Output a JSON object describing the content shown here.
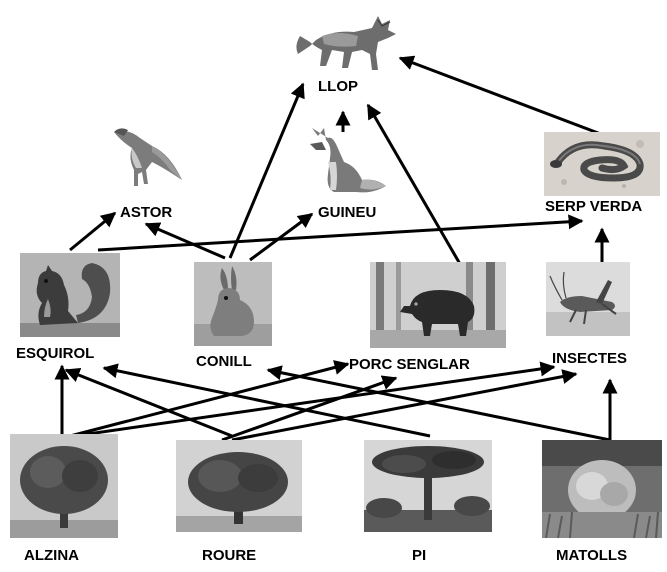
{
  "colors": {
    "arrow": "#000000",
    "background": "#ffffff",
    "label": "#000000"
  },
  "nodes": [
    {
      "id": "llop",
      "label": "LLOP",
      "icon": "wolf-icon"
    },
    {
      "id": "astor",
      "label": "ASTOR",
      "icon": "hawk-icon"
    },
    {
      "id": "guineu",
      "label": "GUINEU",
      "icon": "fox-icon"
    },
    {
      "id": "serp",
      "label": "SERP VERDA",
      "icon": "snake-icon"
    },
    {
      "id": "esquirol",
      "label": "ESQUIROL",
      "icon": "squirrel-icon"
    },
    {
      "id": "conill",
      "label": "CONILL",
      "icon": "rabbit-icon"
    },
    {
      "id": "senglar",
      "label": "PORC SENGLAR",
      "icon": "boar-icon"
    },
    {
      "id": "insectes",
      "label": "INSECTES",
      "icon": "grasshopper-icon"
    },
    {
      "id": "alzina",
      "label": "ALZINA",
      "icon": "holm-oak-icon"
    },
    {
      "id": "roure",
      "label": "ROURE",
      "icon": "oak-tree-icon"
    },
    {
      "id": "pi",
      "label": "PI",
      "icon": "pine-tree-icon"
    },
    {
      "id": "matolls",
      "label": "MATOLLS",
      "icon": "shrubs-icon"
    }
  ],
  "links": [
    {
      "from": "guineu",
      "to": "llop"
    },
    {
      "from": "conill",
      "to": "llop"
    },
    {
      "from": "senglar",
      "to": "llop"
    },
    {
      "from": "serp",
      "to": "llop"
    },
    {
      "from": "esquirol",
      "to": "astor"
    },
    {
      "from": "conill",
      "to": "astor"
    },
    {
      "from": "conill",
      "to": "guineu"
    },
    {
      "from": "esquirol",
      "to": "serp"
    },
    {
      "from": "insectes",
      "to": "serp"
    },
    {
      "from": "alzina",
      "to": "esquirol"
    },
    {
      "from": "alzina",
      "to": "senglar"
    },
    {
      "from": "alzina",
      "to": "insectes"
    },
    {
      "from": "roure",
      "to": "esquirol"
    },
    {
      "from": "roure",
      "to": "senglar"
    },
    {
      "from": "roure",
      "to": "insectes"
    },
    {
      "from": "pi",
      "to": "esquirol"
    },
    {
      "from": "matolls",
      "to": "conill"
    },
    {
      "from": "matolls",
      "to": "insectes"
    }
  ]
}
